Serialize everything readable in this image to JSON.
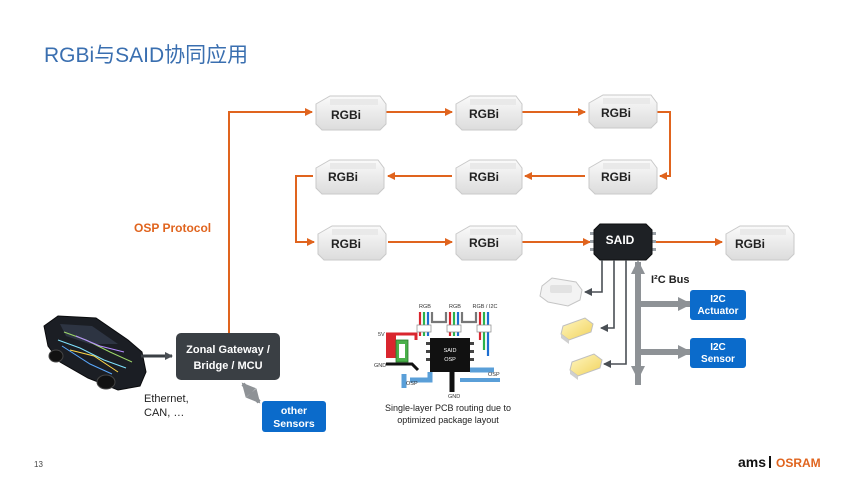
{
  "slide": {
    "title": "RGBi与SAID协同应用",
    "page_number": "13"
  },
  "labels": {
    "osp_protocol": "OSP Protocol",
    "i2c_bus": "I²C Bus",
    "rgbi": "RGBi",
    "said": "SAID",
    "zonal_gateway_line1": "Zonal Gateway /",
    "zonal_gateway_line2": "Bridge /  MCU",
    "ethernet_line1": "Ethernet,",
    "ethernet_line2": "CAN, …",
    "other_sensors_line1": "other",
    "other_sensors_line2": "Sensors",
    "i2c_actuator_line1": "I2C",
    "i2c_actuator_line2": "Actuator",
    "i2c_sensor_line1": "I2C",
    "i2c_sensor_line2": "Sensor"
  },
  "pcb": {
    "pin_rgb1": "RGB",
    "pin_rgb2": "RGB",
    "pin_rgb_i2c": "RGB / I2C",
    "v5": "5V",
    "gnd_left": "GND",
    "gnd_bottom": "GND",
    "osp_left": "OSP",
    "osp_right": "OSP",
    "chip_line1": "SAID",
    "chip_line2": "OSP",
    "caption_line1": "Single-layer PCB routing due to",
    "caption_line2": "optimized package layout"
  },
  "logo": {
    "ams": "ams",
    "osram": "OSRAM"
  },
  "colors": {
    "title": "#3a6fb0",
    "orange": "#e0641e",
    "dark_box": "#3a3f44",
    "blue_box": "#0b6bcb",
    "gray_arrow": "#8e9296"
  }
}
